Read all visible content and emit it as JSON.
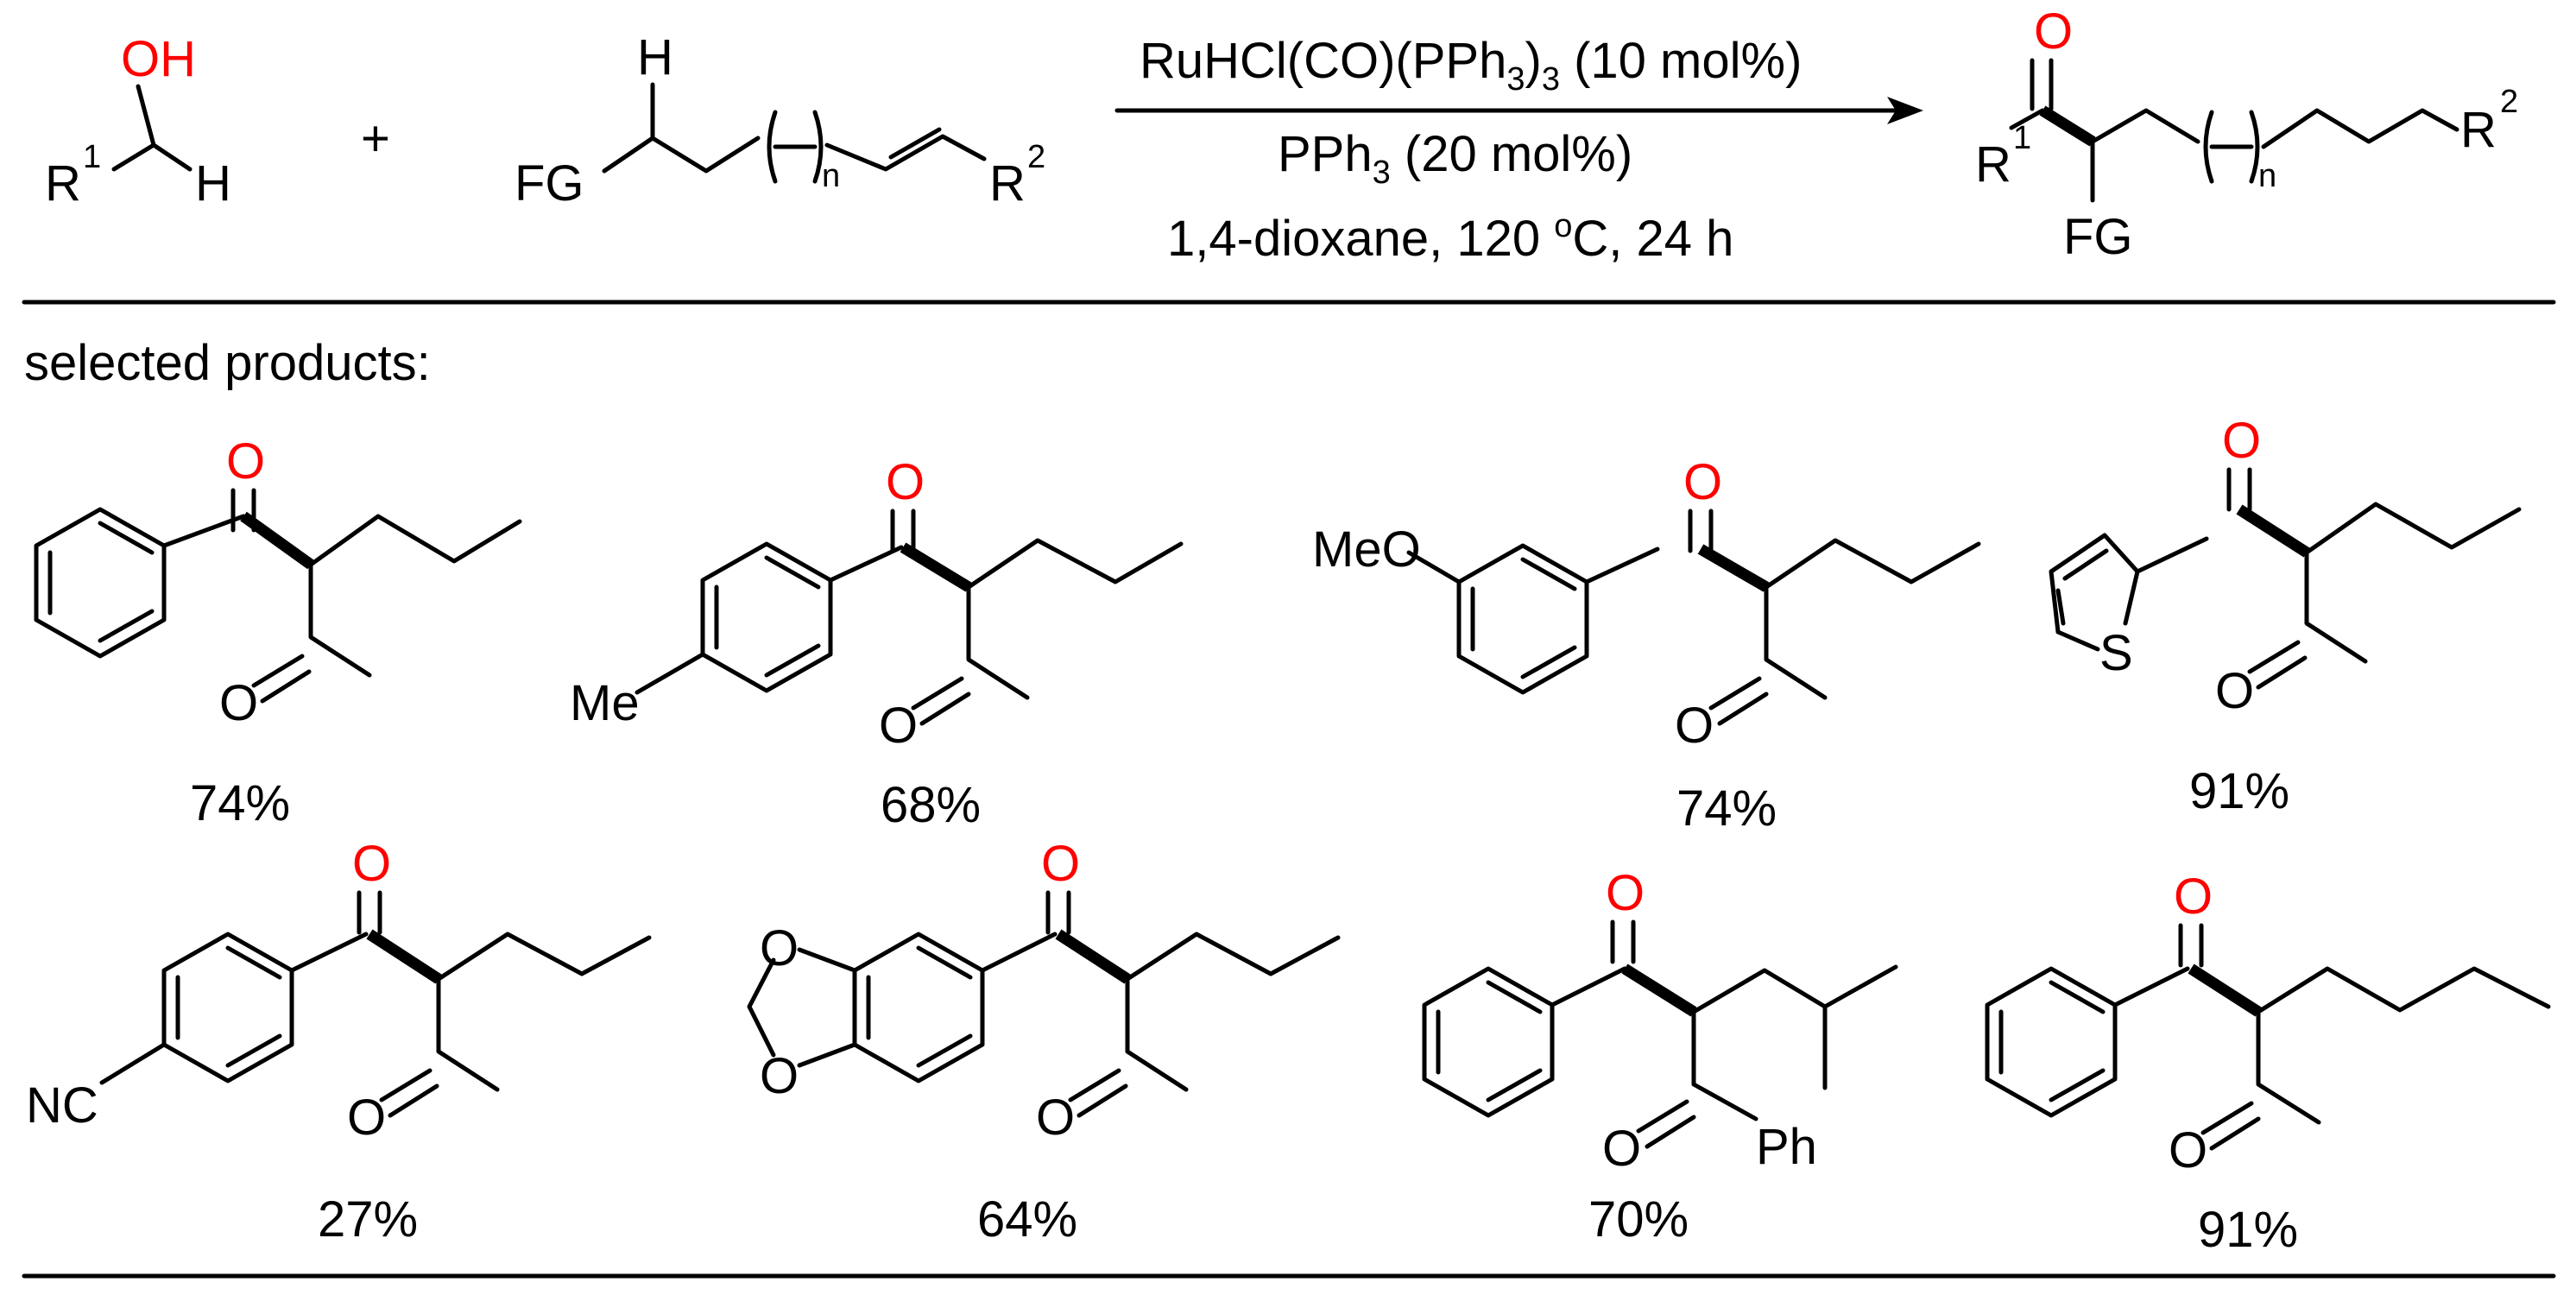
{
  "scheme": {
    "reactants": {
      "alcohol": {
        "oh": "OH",
        "r": "R",
        "r_sup": "1",
        "h": "H"
      },
      "plus": "+",
      "alkene": {
        "h": "H",
        "fg": "FG",
        "n": "n",
        "r": "R",
        "r_sup": "2"
      }
    },
    "conditions": {
      "catalyst_main": "RuHCl(CO)(PPh",
      "catalyst_sub": "3",
      "catalyst_close": ")",
      "catalyst_sub2": "3",
      "catalyst_loading": " (10 mol%)",
      "ligand_main": "PPh",
      "ligand_sub": "3",
      "ligand_loading": " (20 mol%)",
      "solvent_pre": "1,4-dioxane, 120 ",
      "degree": "o",
      "solvent_post": "C, 24 h"
    },
    "product": {
      "o": "O",
      "r1": "R",
      "r1_sup": "1",
      "fg": "FG",
      "n": "n",
      "r2": "R",
      "r2_sup": "2"
    }
  },
  "section_title": "selected products:",
  "products": [
    {
      "yield": "74%",
      "o_top": "O",
      "o_bottom": "O"
    },
    {
      "yield": "68%",
      "o_top": "O",
      "o_bottom": "O",
      "substituent": "Me"
    },
    {
      "yield": "74%",
      "o_top": "O",
      "o_bottom": "O",
      "substituent": "MeO"
    },
    {
      "yield": "91%",
      "o_top": "O",
      "o_bottom": "O",
      "heteroatom": "S"
    },
    {
      "yield": "27%",
      "o_top": "O",
      "o_bottom": "O",
      "substituent": "NC"
    },
    {
      "yield": "64%",
      "o_top": "O",
      "o_bottom": "O",
      "ring_o1": "O",
      "ring_o2": "O"
    },
    {
      "yield": "70%",
      "o_top": "O",
      "o_bottom": "O",
      "substituent": "Ph"
    },
    {
      "yield": "91%",
      "o_top": "O",
      "o_bottom": "O"
    }
  ],
  "colors": {
    "heteroatom_oxygen": "#ff0000",
    "ink": "#000000",
    "background": "#ffffff"
  }
}
